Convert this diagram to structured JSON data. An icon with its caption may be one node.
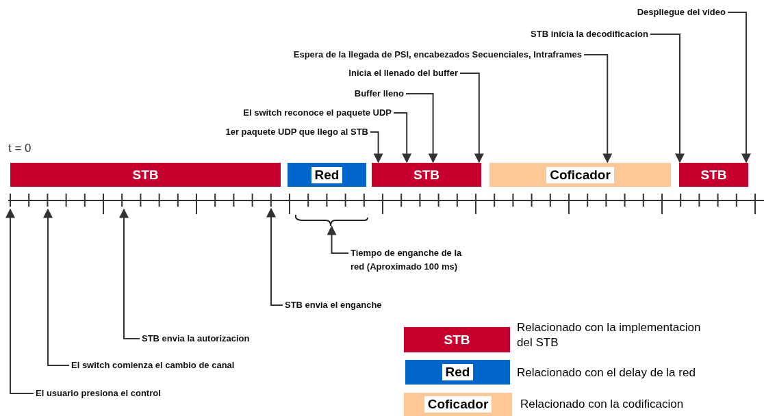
{
  "diagram": {
    "nodes": [
      {
        "text": [
          "Despliegue del video"
        ]
      },
      {
        "text": [
          "STB inicia la decodificacion"
        ]
      },
      {
        "text": [
          "Espera de la llegada de PSI, encabezados Secuenciales, Intraframes"
        ]
      },
      {
        "text": [
          "Inicia el llenado del buffer"
        ]
      },
      {
        "text": [
          "Buffer lleno"
        ]
      },
      {
        "text": [
          "El switch reconoce el paquete UDP"
        ]
      },
      {
        "text": [
          "1er paquete UDP que llego al STB"
        ]
      },
      {
        "text": [
          "STB"
        ]
      },
      {
        "text": [
          "Red"
        ]
      },
      {
        "text": [
          "STB"
        ]
      },
      {
        "text": [
          "Coficador"
        ]
      },
      {
        "text": [
          "STB"
        ]
      },
      {
        "text": [
          "Tiempo de enganche de la red (Aproximado 100 ms)"
        ]
      },
      {
        "text": [
          "STB envia el enganche"
        ]
      },
      {
        "text": [
          "STB envia la autorizacion"
        ]
      },
      {
        "text": [
          "El switch comienza el cambio de canal"
        ]
      },
      {
        "text": [
          "El usuario presiona el control"
        ]
      },
      {
        "text": [],
        "shape": "brace"
      }
    ],
    "edges": [
      {
        "from": 0,
        "to": 11,
        "arrow": "to"
      },
      {
        "from": 1,
        "to": 11,
        "arrow": "to"
      },
      {
        "from": 2,
        "to": 10,
        "arrow": "to"
      },
      {
        "from": 3,
        "to": 9,
        "arrow": "to"
      },
      {
        "from": 4,
        "to": 9,
        "arrow": "to"
      },
      {
        "from": 5,
        "to": 9,
        "arrow": "to"
      },
      {
        "from": 6,
        "to": 9,
        "arrow": "to"
      },
      {
        "from": 12,
        "to": 17,
        "arrow": "to"
      },
      {
        "from": 13,
        "to": null,
        "arrow": "to"
      },
      {
        "from": 14,
        "to": null,
        "arrow": "to"
      },
      {
        "from": 15,
        "to": null,
        "arrow": "to"
      },
      {
        "from": 16,
        "to": null,
        "arrow": "to"
      }
    ],
    "labels": [
      "t = 0",
      "STB",
      "Red",
      "Coficador"
    ],
    "legend": [
      {
        "text": "Relacionado con la implementacion del STB",
        "color": "#c8002e"
      },
      {
        "text": "Relacionado con el delay de la red",
        "color": "#0066cc"
      },
      {
        "text": "Relacionado con la codificacion",
        "color": "#fdc896"
      }
    ]
  }
}
